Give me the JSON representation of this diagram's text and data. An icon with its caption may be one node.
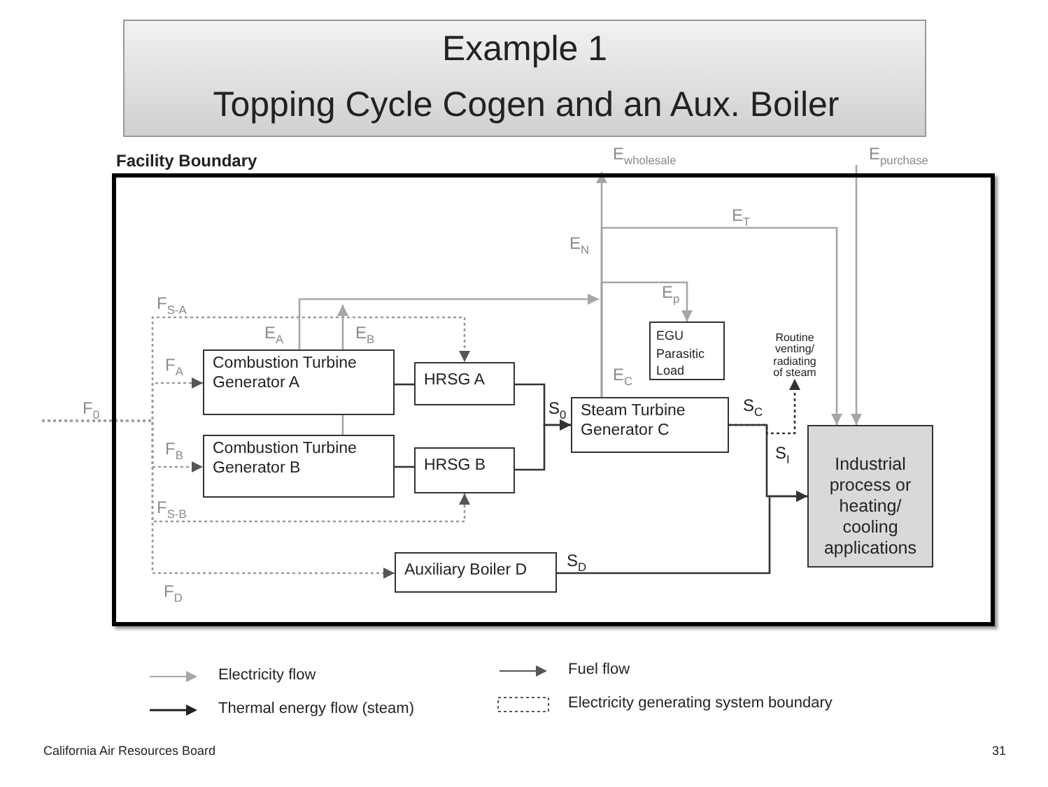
{
  "diagram": {
    "title": "Example 1",
    "nodes": [
      {
        "text": [
          "Facility Boundary"
        ]
      },
      {
        "text": [
          "Combustion Turbine Generator A"
        ],
        "in": 0
      },
      {
        "text": [
          "HRSG A"
        ],
        "in": 0
      },
      {
        "text": [
          "Combustion Turbine Generator B"
        ],
        "in": 0
      },
      {
        "text": [
          "HRSG B"
        ],
        "in": 0
      },
      {
        "text": [
          "Steam Turbine Generator C"
        ],
        "in": 0
      },
      {
        "text": [
          "EGU Parasitic Load"
        ],
        "in": 0
      },
      {
        "text": [
          "Industrial process or heating/ cooling applications"
        ],
        "in": 0
      },
      {
        "text": [
          "Auxiliary Boiler D"
        ],
        "in": 0
      },
      {
        "text": [
          "Routine venting/ radiating of steam"
        ],
        "in": 0
      }
    ],
    "edges": [
      {
        "from": null,
        "to": 1,
        "arrow": "to",
        "label": "F$_{A}$",
        "style": "dashed",
        "color": "#9a9a9a"
      },
      {
        "from": null,
        "to": 3,
        "arrow": "to",
        "label": "F$_{B}$",
        "style": "dashed",
        "color": "#9a9a9a"
      },
      {
        "from": null,
        "to": 2,
        "arrow": "to",
        "label": "F$_{S-A}$",
        "style": "dashed",
        "color": "#9a9a9a"
      },
      {
        "from": null,
        "to": 4,
        "arrow": "to",
        "label": "F$_{S-B}$",
        "style": "dashed",
        "color": "#9a9a9a"
      },
      {
        "from": null,
        "to": 8,
        "arrow": "to",
        "label": "F$_{D}$",
        "style": "dashed",
        "color": "#9a9a9a"
      },
      {
        "from": 1,
        "to": 2,
        "arrow": "none"
      },
      {
        "from": 3,
        "to": 4,
        "arrow": "none"
      },
      {
        "from": 2,
        "to": 5,
        "arrow": "to",
        "label": "S$_{0}$"
      },
      {
        "from": 4,
        "to": 5,
        "arrow": "to"
      },
      {
        "from": 5,
        "to": 7,
        "arrow": "to",
        "label": "S$_{I}$"
      },
      {
        "from": 5,
        "to": 9,
        "arrow": "to",
        "style": "dashed"
      },
      {
        "from": 8,
        "to": 7,
        "arrow": "to",
        "label": "S$_{D}$"
      },
      {
        "from": 1,
        "to": null,
        "arrow": "to",
        "label": "E$_{A}$",
        "color": "#a6a6a6"
      },
      {
        "from": 3,
        "to": null,
        "arrow": "to",
        "label": "E$_{B}$",
        "color": "#a6a6a6"
      },
      {
        "from": 5,
        "to": null,
        "arrow": "to",
        "label": "E$_{wholesale}$",
        "color": "#a6a6a6"
      },
      {
        "from": 5,
        "to": 6,
        "arrow": "to",
        "label": "E$_{p}$",
        "color": "#a6a6a6"
      },
      {
        "from": 5,
        "to": 7,
        "arrow": "to",
        "label": "E$_{T}$",
        "color": "#a6a6a6"
      },
      {
        "from": null,
        "to": 7,
        "arrow": "to",
        "label": "E$_{purchase}$",
        "color": "#a6a6a6"
      }
    ],
    "labels": [
      "Topping Cycle Cogen and an Aux. Boiler",
      "F$_{0}$",
      "E$_{N}$",
      "E$_{C}$",
      "S$_{C}$",
      "California Air Resources Board",
      "31"
    ],
    "legend": [
      {
        "text": "Electricity flow"
      },
      {
        "text": "Thermal energy flow (steam)"
      },
      {
        "text": "Fuel flow"
      },
      {
        "text": "Electricity generating system boundary"
      }
    ]
  }
}
